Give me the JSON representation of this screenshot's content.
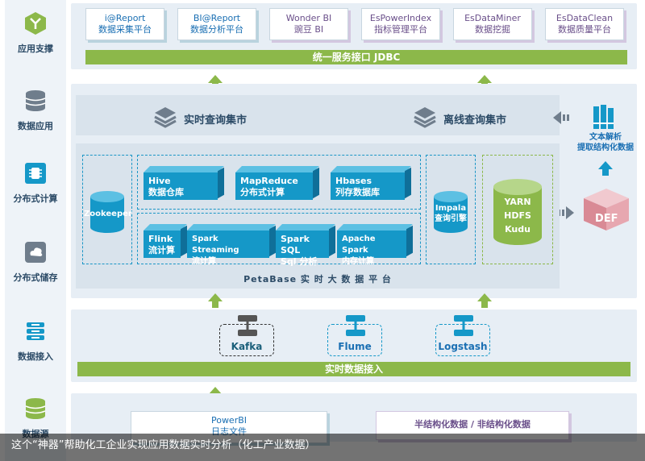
{
  "sidebar": [
    {
      "label": "应用支撑",
      "icon": "y-branch-icon"
    },
    {
      "label": "数据应用",
      "icon": "database-stack-icon"
    },
    {
      "label": "分布式计算",
      "icon": "chip-icon"
    },
    {
      "label": "分布式储存",
      "icon": "cloud-storage-icon"
    },
    {
      "label": "数据接入",
      "icon": "flow-icon"
    },
    {
      "label": "数据源",
      "icon": "database-icon"
    }
  ],
  "apps": [
    {
      "line1": "i@Report",
      "line2": "数据采集平台",
      "style": "blue"
    },
    {
      "line1": "BI@Report",
      "line2": "数据分析平台",
      "style": "blue"
    },
    {
      "line1": "Wonder BI",
      "line2": "豌豆 BI",
      "style": "purple"
    },
    {
      "line1": "EsPowerIndex",
      "line2": "指标管理平台",
      "style": "purple"
    },
    {
      "line1": "EsDataMiner",
      "line2": "数据挖掘",
      "style": "purple"
    },
    {
      "line1": "EsDataClean",
      "line2": "数据质量平台",
      "style": "purple"
    }
  ],
  "jdbc_bar": "统一服务接口 JDBC",
  "query": {
    "realtime": "实时查询集市",
    "offline": "离线查询集市"
  },
  "text_parse": {
    "line1": "文本解析",
    "line2": "提取结构化数据"
  },
  "def_label": "DEF",
  "zookeeper": "Zookeeper",
  "compute_top": [
    {
      "line1": "Hive",
      "line2": "数据仓库"
    },
    {
      "line1": "MapReduce",
      "line2": "分布式计算"
    },
    {
      "line1": "Hbases",
      "line2": "列存数据库"
    }
  ],
  "compute_bottom": [
    {
      "line1": "Flink",
      "line2": "流计算"
    },
    {
      "line1": "Spark Streaming",
      "line2": "流计算"
    },
    {
      "line1": "Spark SQL",
      "line2": "Sql 分析"
    },
    {
      "line1": "Apache Spark",
      "line2": "内存计算"
    }
  ],
  "impala": {
    "line1": "Impala",
    "line2": "查询引擎"
  },
  "yarn": {
    "line1": "YARN",
    "line2": "HDFS",
    "line3": "Kudu"
  },
  "petabase": "PetaBase 实 时 大 数 据 平 台",
  "ingest": [
    {
      "label": "Kafka"
    },
    {
      "label": "Flume"
    },
    {
      "label": "Logstash"
    }
  ],
  "ingest_bar": "实时数据接入",
  "sources": {
    "left_line1": "PowerBI",
    "left_line2": "日志文件",
    "right": "半结构化数据 / 非结构化数据"
  },
  "caption": "这个“神器”帮助化工企业实现应用数据实时分析（化工产业数据）",
  "colors": {
    "green": "#8cb84a",
    "blue": "#1598c8",
    "panel": "#e7eef5"
  }
}
